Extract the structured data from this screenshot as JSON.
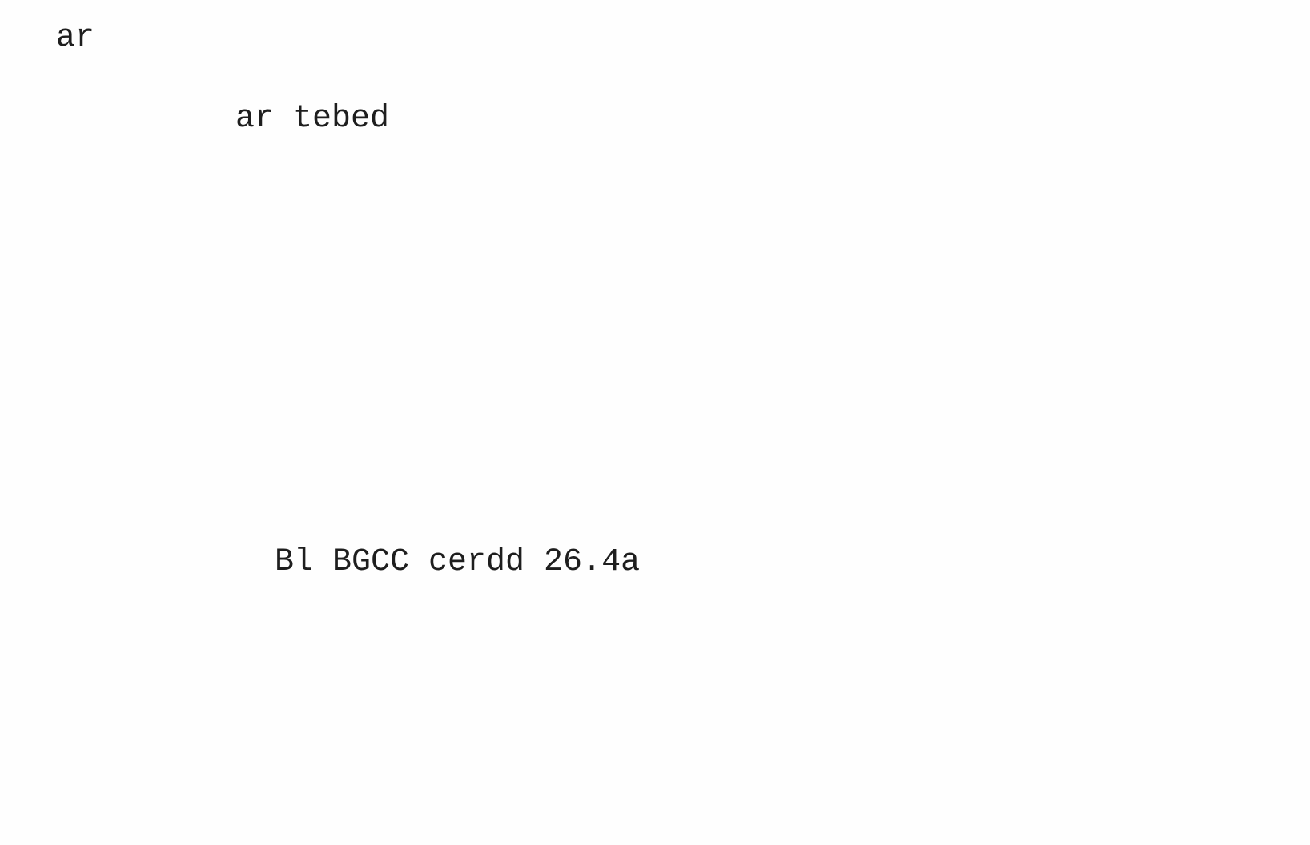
{
  "document": {
    "lines": [
      "ar",
      "ar tebed",
      "Bl BGCC cerdd 26.4a"
    ],
    "colors": {
      "paper": "#fefefe",
      "ink": "#1e1e1e"
    }
  }
}
